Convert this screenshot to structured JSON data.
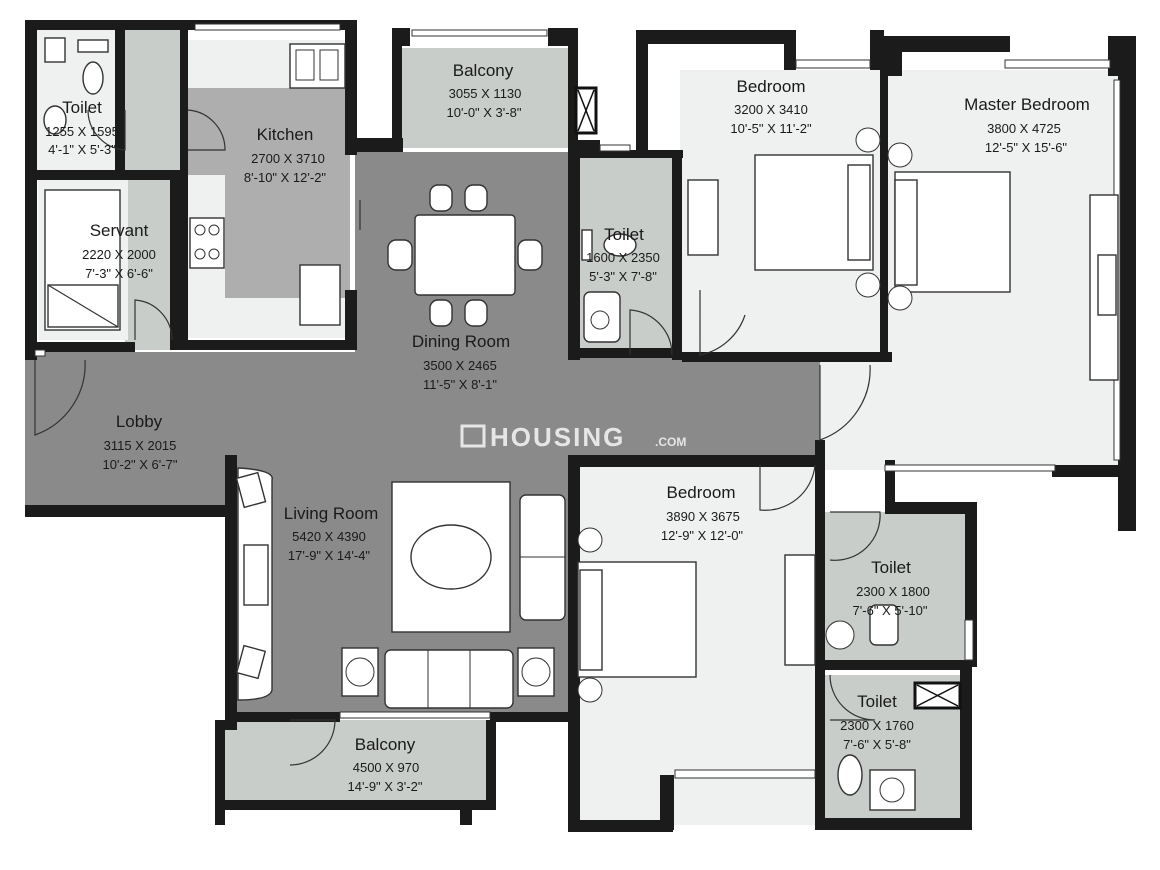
{
  "watermark": "HOUSING",
  "watermark_suffix": ".COM",
  "rooms": [
    {
      "name": "Toilet",
      "mm": "1255 X 1595",
      "ft": "4'-1\" X 5'-3\""
    },
    {
      "name": "Kitchen",
      "mm": "2700 X 3710",
      "ft": "8'-10\" X 12'-2\""
    },
    {
      "name": "Servant",
      "mm": "2220 X 2000",
      "ft": "7'-3\" X 6'-6\""
    },
    {
      "name": "Balcony",
      "mm": "3055 X 1130",
      "ft": "10'-0\" X 3'-8\""
    },
    {
      "name": "Bedroom",
      "mm": "3200 X 3410",
      "ft": "10'-5\" X 11'-2\""
    },
    {
      "name": "Master Bedroom",
      "mm": "3800 X 4725",
      "ft": "12'-5\" X 15'-6\""
    },
    {
      "name": "Toilet",
      "mm": "1600 X 2350",
      "ft": "5'-3\" X 7'-8\""
    },
    {
      "name": "Dining Room",
      "mm": "3500 X 2465",
      "ft": "11'-5\" X 8'-1\""
    },
    {
      "name": "Lobby",
      "mm": "3115 X 2015",
      "ft": "10'-2\" X 6'-7\""
    },
    {
      "name": "Living Room",
      "mm": "5420 X 4390",
      "ft": "17'-9\" X 14'-4\""
    },
    {
      "name": "Bedroom",
      "mm": "3890 X 3675",
      "ft": "12'-9\" X 12'-0\""
    },
    {
      "name": "Toilet",
      "mm": "2300 X 1800",
      "ft": "7'-6\" X 5'-10\""
    },
    {
      "name": "Toilet",
      "mm": "2300 X 1760",
      "ft": "7'-6\" X 5'-8\""
    },
    {
      "name": "Balcony",
      "mm": "4500 X 970",
      "ft": "14'-9\" X 3'-2\""
    }
  ]
}
